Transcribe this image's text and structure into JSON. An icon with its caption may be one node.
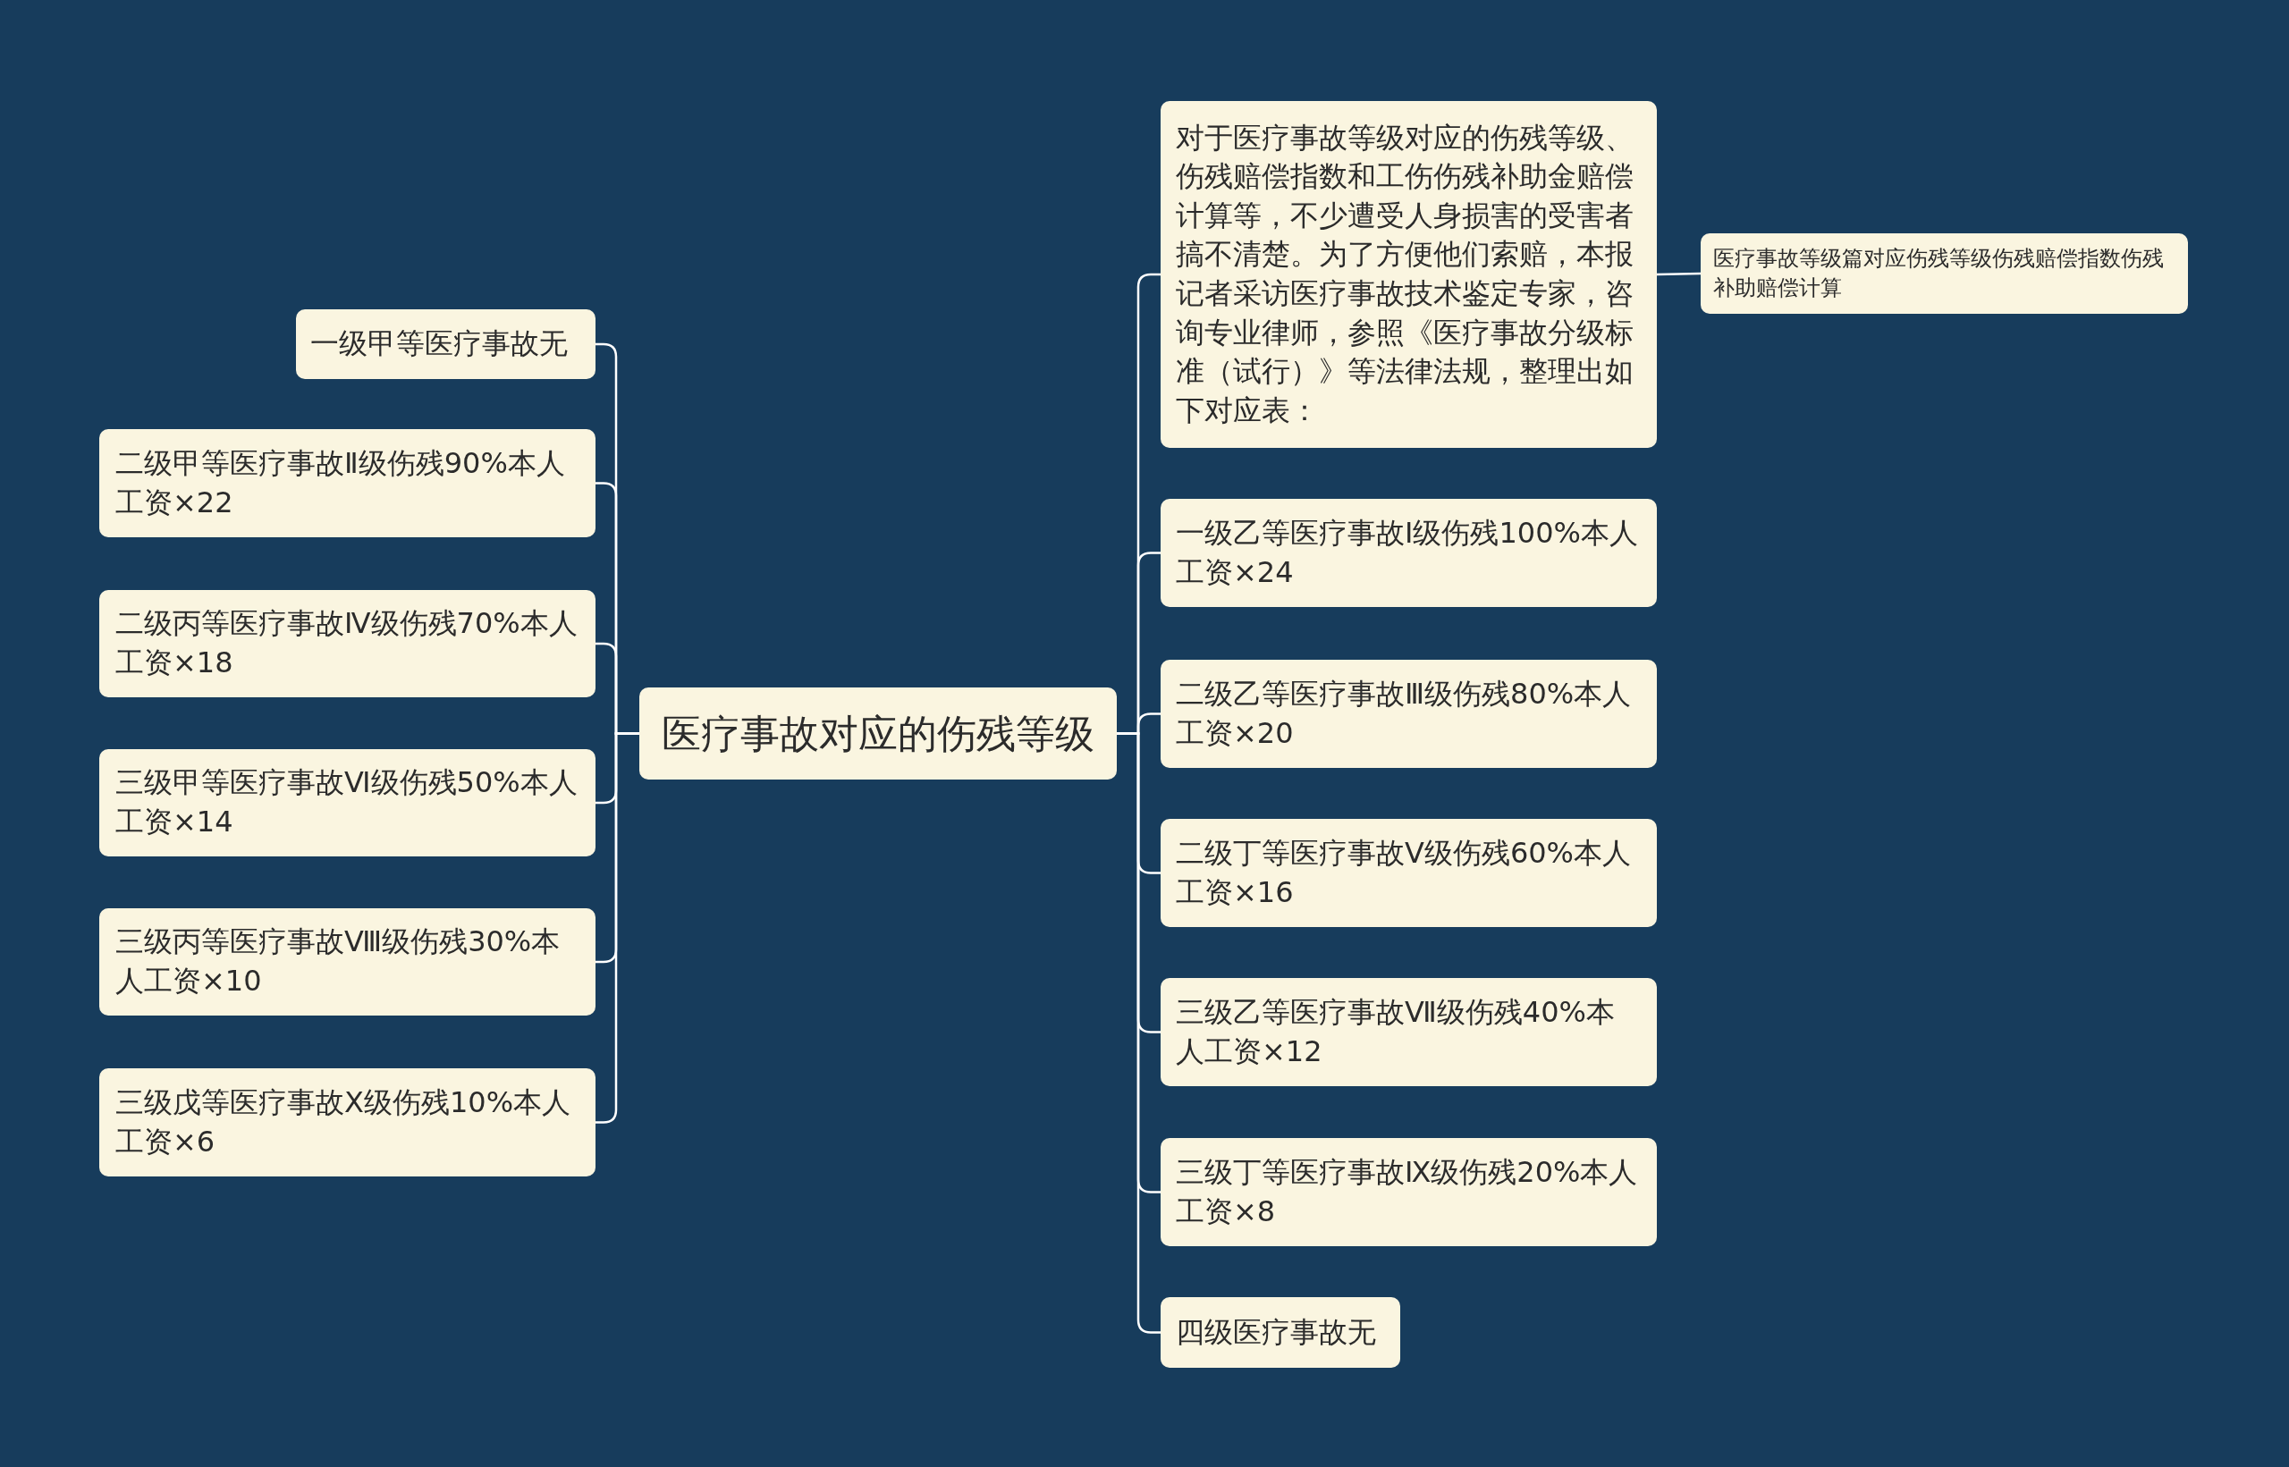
{
  "diagram": {
    "nodes": [
      {
        "text": [
          "医疗事故对应的伤残等级"
        ]
      },
      {
        "text": [
          "一级甲等医疗事故无"
        ]
      },
      {
        "text": [
          "二级甲等医疗事故Ⅱ级伤残90%本人工资×22"
        ]
      },
      {
        "text": [
          "二级丙等医疗事故Ⅳ级伤残70%本人工资×18"
        ]
      },
      {
        "text": [
          "三级甲等医疗事故Ⅵ级伤残50%本人工资×14"
        ]
      },
      {
        "text": [
          "三级丙等医疗事故Ⅷ级伤残30%本人工资×10"
        ]
      },
      {
        "text": [
          "三级戊等医疗事故Ⅹ级伤残10%本人工资×6"
        ]
      },
      {
        "text": [
          "对于医疗事故等级对应的伤残等级、伤残赔偿指数和工伤伤残补助金赔偿计算等，不少遭受人身损害的受害者搞不清楚。为了方便他们索赔，本报记者采访医疗事故技术鉴定专家，咨询专业律师，参照《医疗事故分级标准（试行）》等法律法规，整理出如下对应表："
        ]
      },
      {
        "text": [
          "一级乙等医疗事故Ⅰ级伤残100%本人工资×24"
        ]
      },
      {
        "text": [
          "二级乙等医疗事故Ⅲ级伤残80%本人工资×20"
        ]
      },
      {
        "text": [
          "二级丁等医疗事故Ⅴ级伤残60%本人工资×16"
        ]
      },
      {
        "text": [
          "三级乙等医疗事故Ⅶ级伤残40%本人工资×12"
        ]
      },
      {
        "text": [
          "三级丁等医疗事故Ⅸ级伤残20%本人工资×8"
        ]
      },
      {
        "text": [
          "四级医疗事故无"
        ]
      },
      {
        "text": [
          "医疗事故等级篇对应伤残等级伤残赔偿指数伤残补助赔偿计算"
        ]
      }
    ],
    "edges": [
      {
        "from": 0,
        "to": 1,
        "arrow": "none"
      },
      {
        "from": 0,
        "to": 2,
        "arrow": "none"
      },
      {
        "from": 0,
        "to": 3,
        "arrow": "none"
      },
      {
        "from": 0,
        "to": 4,
        "arrow": "none"
      },
      {
        "from": 0,
        "to": 5,
        "arrow": "none"
      },
      {
        "from": 0,
        "to": 6,
        "arrow": "none"
      },
      {
        "from": 0,
        "to": 7,
        "arrow": "none"
      },
      {
        "from": 0,
        "to": 8,
        "arrow": "none"
      },
      {
        "from": 0,
        "to": 9,
        "arrow": "none"
      },
      {
        "from": 0,
        "to": 10,
        "arrow": "none"
      },
      {
        "from": 0,
        "to": 11,
        "arrow": "none"
      },
      {
        "from": 0,
        "to": 12,
        "arrow": "none"
      },
      {
        "from": 0,
        "to": 13,
        "arrow": "none"
      },
      {
        "from": 7,
        "to": 14,
        "arrow": "none"
      }
    ]
  }
}
